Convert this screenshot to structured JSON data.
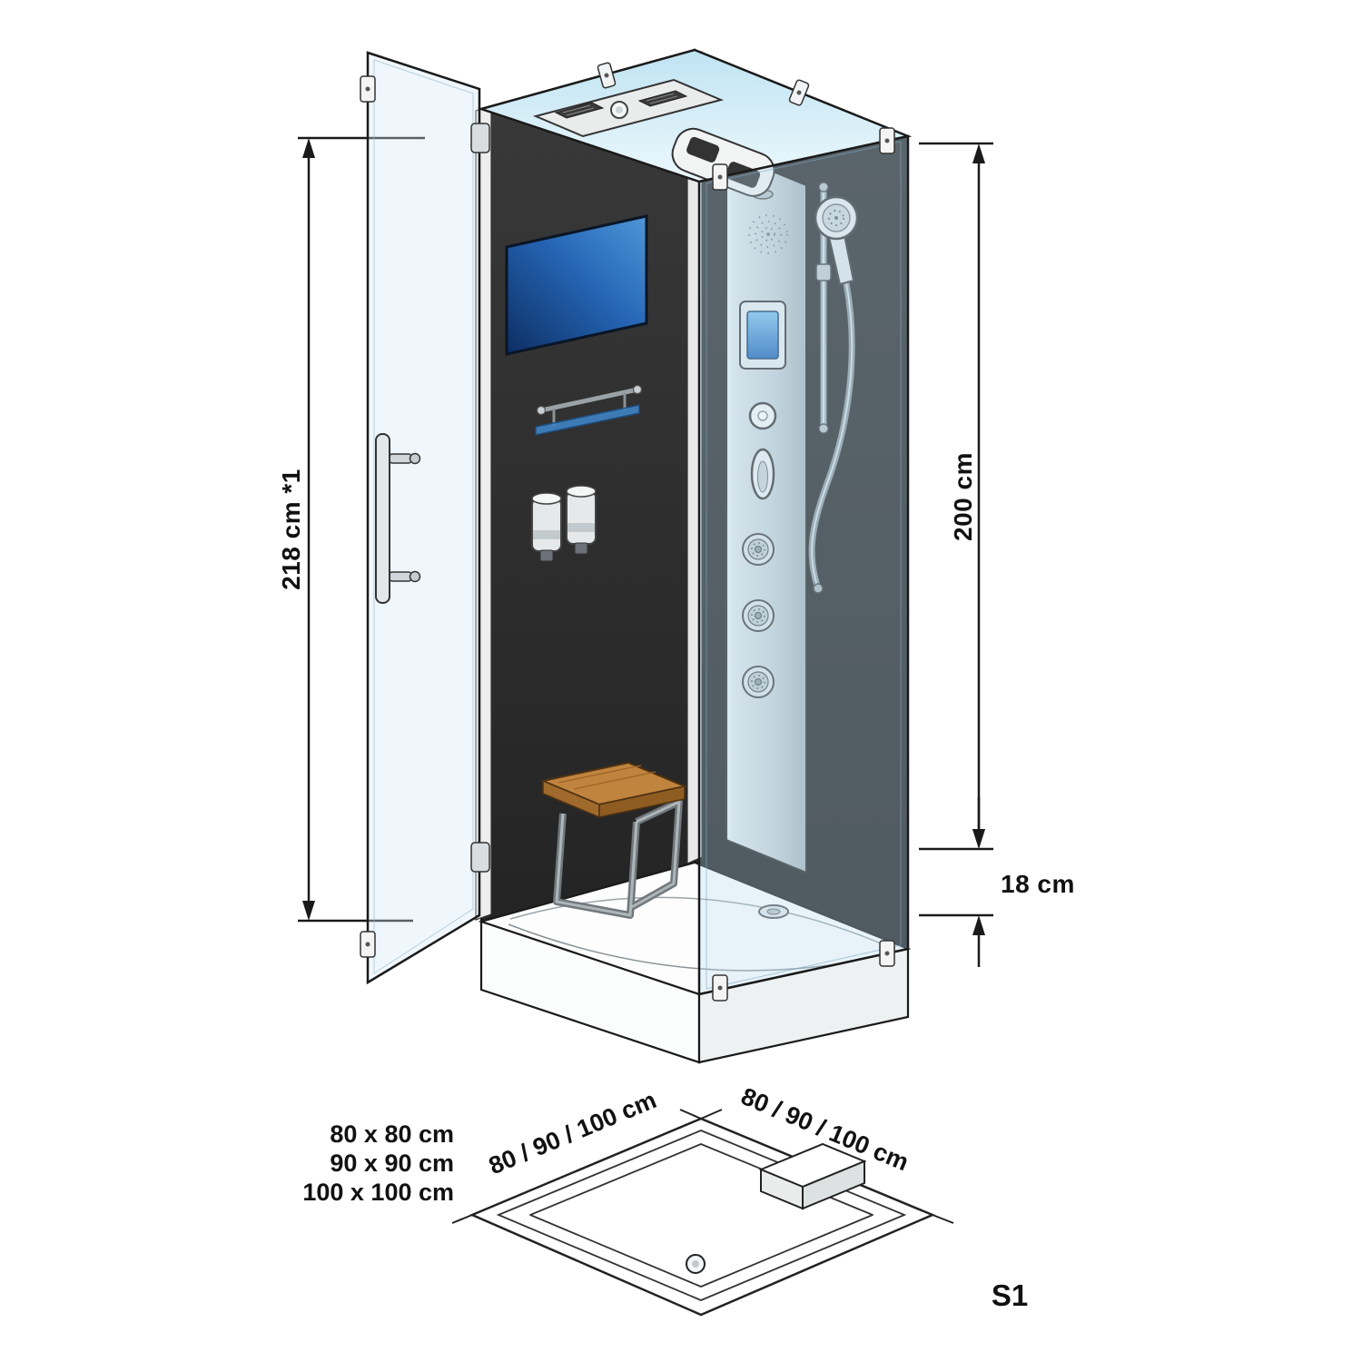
{
  "model_label": "S1",
  "dimensions": {
    "door_height": "218 cm *1",
    "cabin_height": "200 cm",
    "tray_height": "18 cm",
    "tray_edge_left": "80 / 90 / 100 cm",
    "tray_edge_right": "80 / 90 / 100 cm"
  },
  "tray": {
    "size_options": [
      "80 x 80 cm",
      "90 x 90 cm",
      "100 x 100 cm"
    ]
  },
  "colors": {
    "accent_red": "#d2232e",
    "wall_dark": "#2b2b2b",
    "screen_blue": "#2f7fd4",
    "glass_tint": "#cfe9f6",
    "wood": "#c1843e",
    "outline": "#1a1a1a"
  }
}
